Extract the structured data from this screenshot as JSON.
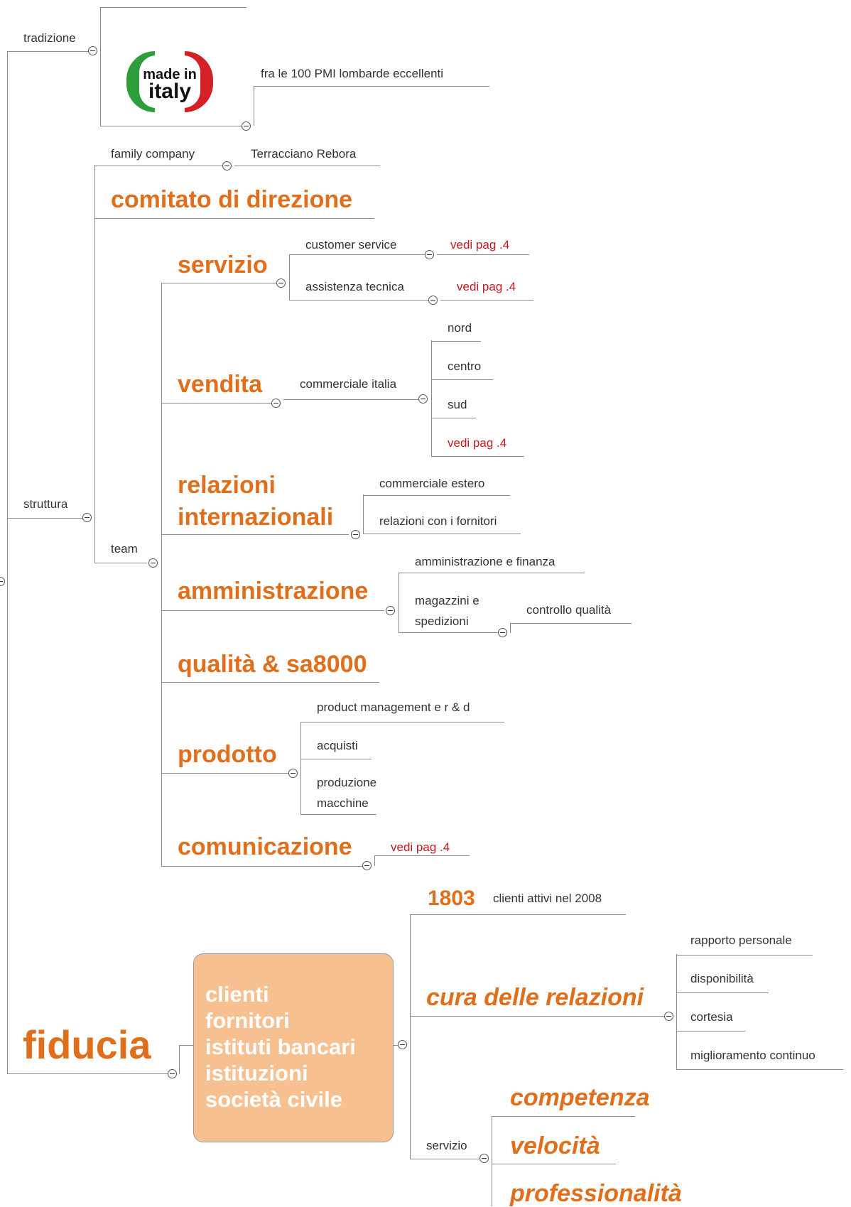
{
  "branches": {
    "tradizione": {
      "label": "tradizione",
      "logo": {
        "line1": "made in",
        "line2": "italy",
        "colors": [
          "#2e9d3c",
          "#ffffff",
          "#d42027"
        ]
      },
      "note": "fra le 100 PMI lombarde eccellenti"
    },
    "struttura": {
      "label": "struttura",
      "family": {
        "label": "family company",
        "name": "Terracciano Rebora"
      },
      "comitato": "comitato di direzione",
      "team": {
        "label": "team",
        "servizio": {
          "label": "servizio",
          "customer": "customer service",
          "customer_ref": "vedi pag .4",
          "assistenza": "assistenza tecnica",
          "assistenza_ref": "vedi pag .4"
        },
        "vendita": {
          "label": "vendita",
          "commerciale": "commerciale italia",
          "areas": [
            "nord",
            "centro",
            "sud"
          ],
          "ref": "vedi pag .4"
        },
        "relazioni": {
          "line1": "relazioni",
          "line2": "internazionali",
          "estero": "commerciale estero",
          "fornitori": "relazioni con i fornitori"
        },
        "amministrazione": {
          "label": "amministrazione",
          "finanza": "amministrazione e finanza",
          "magazzini1": "magazzini e",
          "magazzini2": "spedizioni",
          "qualita": "controllo qualità"
        },
        "qualita": "qualità & sa8000",
        "prodotto": {
          "label": "prodotto",
          "pm": "product management e r & d",
          "acquisti": "acquisti",
          "produzione1": "produzione",
          "produzione2": "macchine"
        },
        "comunicazione": {
          "label": "comunicazione",
          "ref": "vedi pag .4"
        }
      }
    },
    "fiducia": {
      "label": "fiducia",
      "hub": [
        "clienti",
        "fornitori",
        "istituti bancari",
        "istituzioni",
        "società civile"
      ],
      "clienti_count": "1803",
      "clienti_text": "clienti attivi nel 2008",
      "cura": {
        "label": "cura delle relazioni",
        "items": [
          "rapporto personale",
          "disponibilità",
          "cortesia",
          "miglioramento continuo"
        ]
      },
      "servizio": {
        "label": "servizio",
        "items": [
          "competenza",
          "velocità",
          "professionalità"
        ]
      }
    }
  },
  "colors": {
    "accent": "#e06e1b",
    "reference": "#c8161d",
    "hub_fill": "#f7c090",
    "line": "#8a8a8a"
  }
}
